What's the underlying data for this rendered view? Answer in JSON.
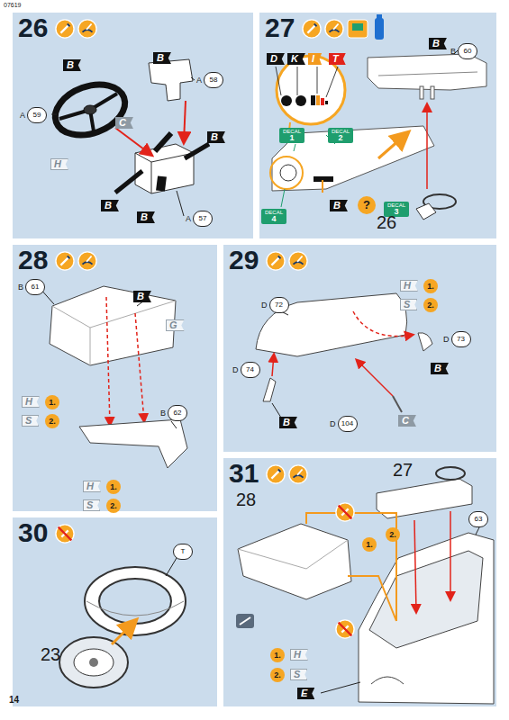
{
  "diagram": {
    "nodes": [
      {
        "text": [
          "26"
        ]
      },
      {
        "text": [
          "A",
          "59"
        ],
        "in": 0
      },
      {
        "text": [
          "B"
        ],
        "in": 0
      },
      {
        "text": [
          "H"
        ],
        "in": 0
      },
      {
        "text": [
          "B"
        ],
        "in": 0
      },
      {
        "text": [
          "A",
          "58"
        ],
        "in": 0
      },
      {
        "text": [
          "C"
        ],
        "in": 0
      },
      {
        "text": [
          "B"
        ],
        "in": 0
      },
      {
        "text": [
          "B"
        ],
        "in": 0
      },
      {
        "text": [
          "B"
        ],
        "in": 0
      },
      {
        "text": [
          "A",
          "57"
        ],
        "in": 0
      },
      {
        "text": [
          "27"
        ]
      },
      {
        "text": [
          "D"
        ],
        "in": 11
      },
      {
        "text": [
          "K"
        ],
        "in": 11
      },
      {
        "text": [
          "I"
        ],
        "in": 11
      },
      {
        "text": [
          "T"
        ],
        "in": 11
      },
      {
        "text": [
          "DECAL",
          "1"
        ],
        "in": 11
      },
      {
        "text": [
          "DECAL",
          "2"
        ],
        "in": 11
      },
      {
        "text": [
          "DECAL",
          "4"
        ],
        "in": 11
      },
      {
        "text": [
          "B"
        ],
        "in": 11
      },
      {
        "text": [
          "?"
        ],
        "in": 11
      },
      {
        "text": [
          "DECAL",
          "3"
        ],
        "in": 11
      },
      {
        "text": [
          "B"
        ],
        "in": 11
      },
      {
        "text": [
          "B",
          "60"
        ],
        "in": 11
      },
      {
        "text": [
          "28"
        ]
      },
      {
        "text": [
          "B",
          "61"
        ],
        "in": 24
      },
      {
        "text": [
          "B"
        ],
        "in": 24
      },
      {
        "text": [
          "G"
        ],
        "in": 24
      },
      {
        "text": [
          "H"
        ],
        "in": 24
      },
      {
        "text": [
          "1."
        ],
        "in": 24
      },
      {
        "text": [
          "S"
        ],
        "in": 24
      },
      {
        "text": [
          "2."
        ],
        "in": 24
      },
      {
        "text": [
          "B",
          "62"
        ],
        "in": 24
      },
      {
        "text": [
          "H"
        ],
        "in": 24
      },
      {
        "text": [
          "1."
        ],
        "in": 24
      },
      {
        "text": [
          "S"
        ],
        "in": 24
      },
      {
        "text": [
          "2."
        ],
        "in": 24
      },
      {
        "text": [
          "29"
        ]
      },
      {
        "text": [
          "D",
          "72"
        ],
        "in": 37
      },
      {
        "text": [
          "H"
        ],
        "in": 37
      },
      {
        "text": [
          "1."
        ],
        "in": 37
      },
      {
        "text": [
          "S"
        ],
        "in": 37
      },
      {
        "text": [
          "2."
        ],
        "in": 37
      },
      {
        "text": [
          "D",
          "73"
        ],
        "in": 37
      },
      {
        "text": [
          "B"
        ],
        "in": 37
      },
      {
        "text": [
          "D",
          "74"
        ],
        "in": 37
      },
      {
        "text": [
          "B"
        ],
        "in": 37
      },
      {
        "text": [
          "D",
          "104"
        ],
        "in": 37
      },
      {
        "text": [
          "C"
        ],
        "in": 37
      },
      {
        "text": [
          "30"
        ]
      },
      {
        "text": [
          "T"
        ],
        "in": 49
      },
      {
        "text": [
          "31"
        ]
      },
      {
        "text": [
          "1."
        ],
        "in": 51
      },
      {
        "text": [
          "2."
        ],
        "in": 51
      },
      {
        "text": [
          "1."
        ],
        "in": 51
      },
      {
        "text": [
          "H"
        ],
        "in": 51
      },
      {
        "text": [
          "2."
        ],
        "in": 51
      },
      {
        "text": [
          "S"
        ],
        "in": 51
      },
      {
        "text": [
          "E"
        ],
        "in": 51
      },
      {
        "text": [
          "63"
        ],
        "in": 51
      }
    ],
    "labels": [
      "07619",
      "26",
      "23",
      "28",
      "27",
      "14"
    ]
  }
}
